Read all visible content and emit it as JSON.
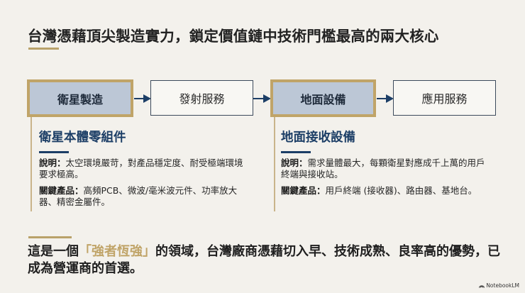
{
  "slide": {
    "title": "台灣憑藉頂尖製造實力，鎖定價值鏈中技術門檻最高的兩大核心",
    "colors": {
      "background": "#f3f1ec",
      "accent_gold": "#c0a468",
      "navy": "#1c3e66",
      "highlight_box": "#bcc7d6"
    }
  },
  "flow": {
    "steps": [
      {
        "label": "衛星製造",
        "highlighted": true
      },
      {
        "label": "發射服務",
        "highlighted": false
      },
      {
        "label": "地面設備",
        "highlighted": true
      },
      {
        "label": "應用服務",
        "highlighted": false
      }
    ]
  },
  "details": [
    {
      "heading": "衛星本體零組件",
      "description_label": "說明：",
      "description": "太空環境嚴苛，對產品穩定度、耐受極端環境要求極高。",
      "products_label": "關鍵產品：",
      "products": "高頻PCB、微波/毫米波元件、功率放大器、精密金屬件。"
    },
    {
      "heading": "地面接收設備",
      "description_label": "說明：",
      "description": "需求量體最大，每顆衛星對應成千上萬的用戶終端與接收站。",
      "products_label": "關鍵產品：",
      "products": "用戶終端 (接收器)、路由器、基地台。"
    }
  ],
  "conclusion": {
    "prefix": "這是一個",
    "highlight": "「強者恆強」",
    "suffix": "的領域，台灣廠商憑藉切入早、技術成熟、良率高的優勢，已成為營運商的首選。"
  },
  "watermark": {
    "icon": "notebooklm-logo-icon",
    "label": "NotebookLM"
  }
}
